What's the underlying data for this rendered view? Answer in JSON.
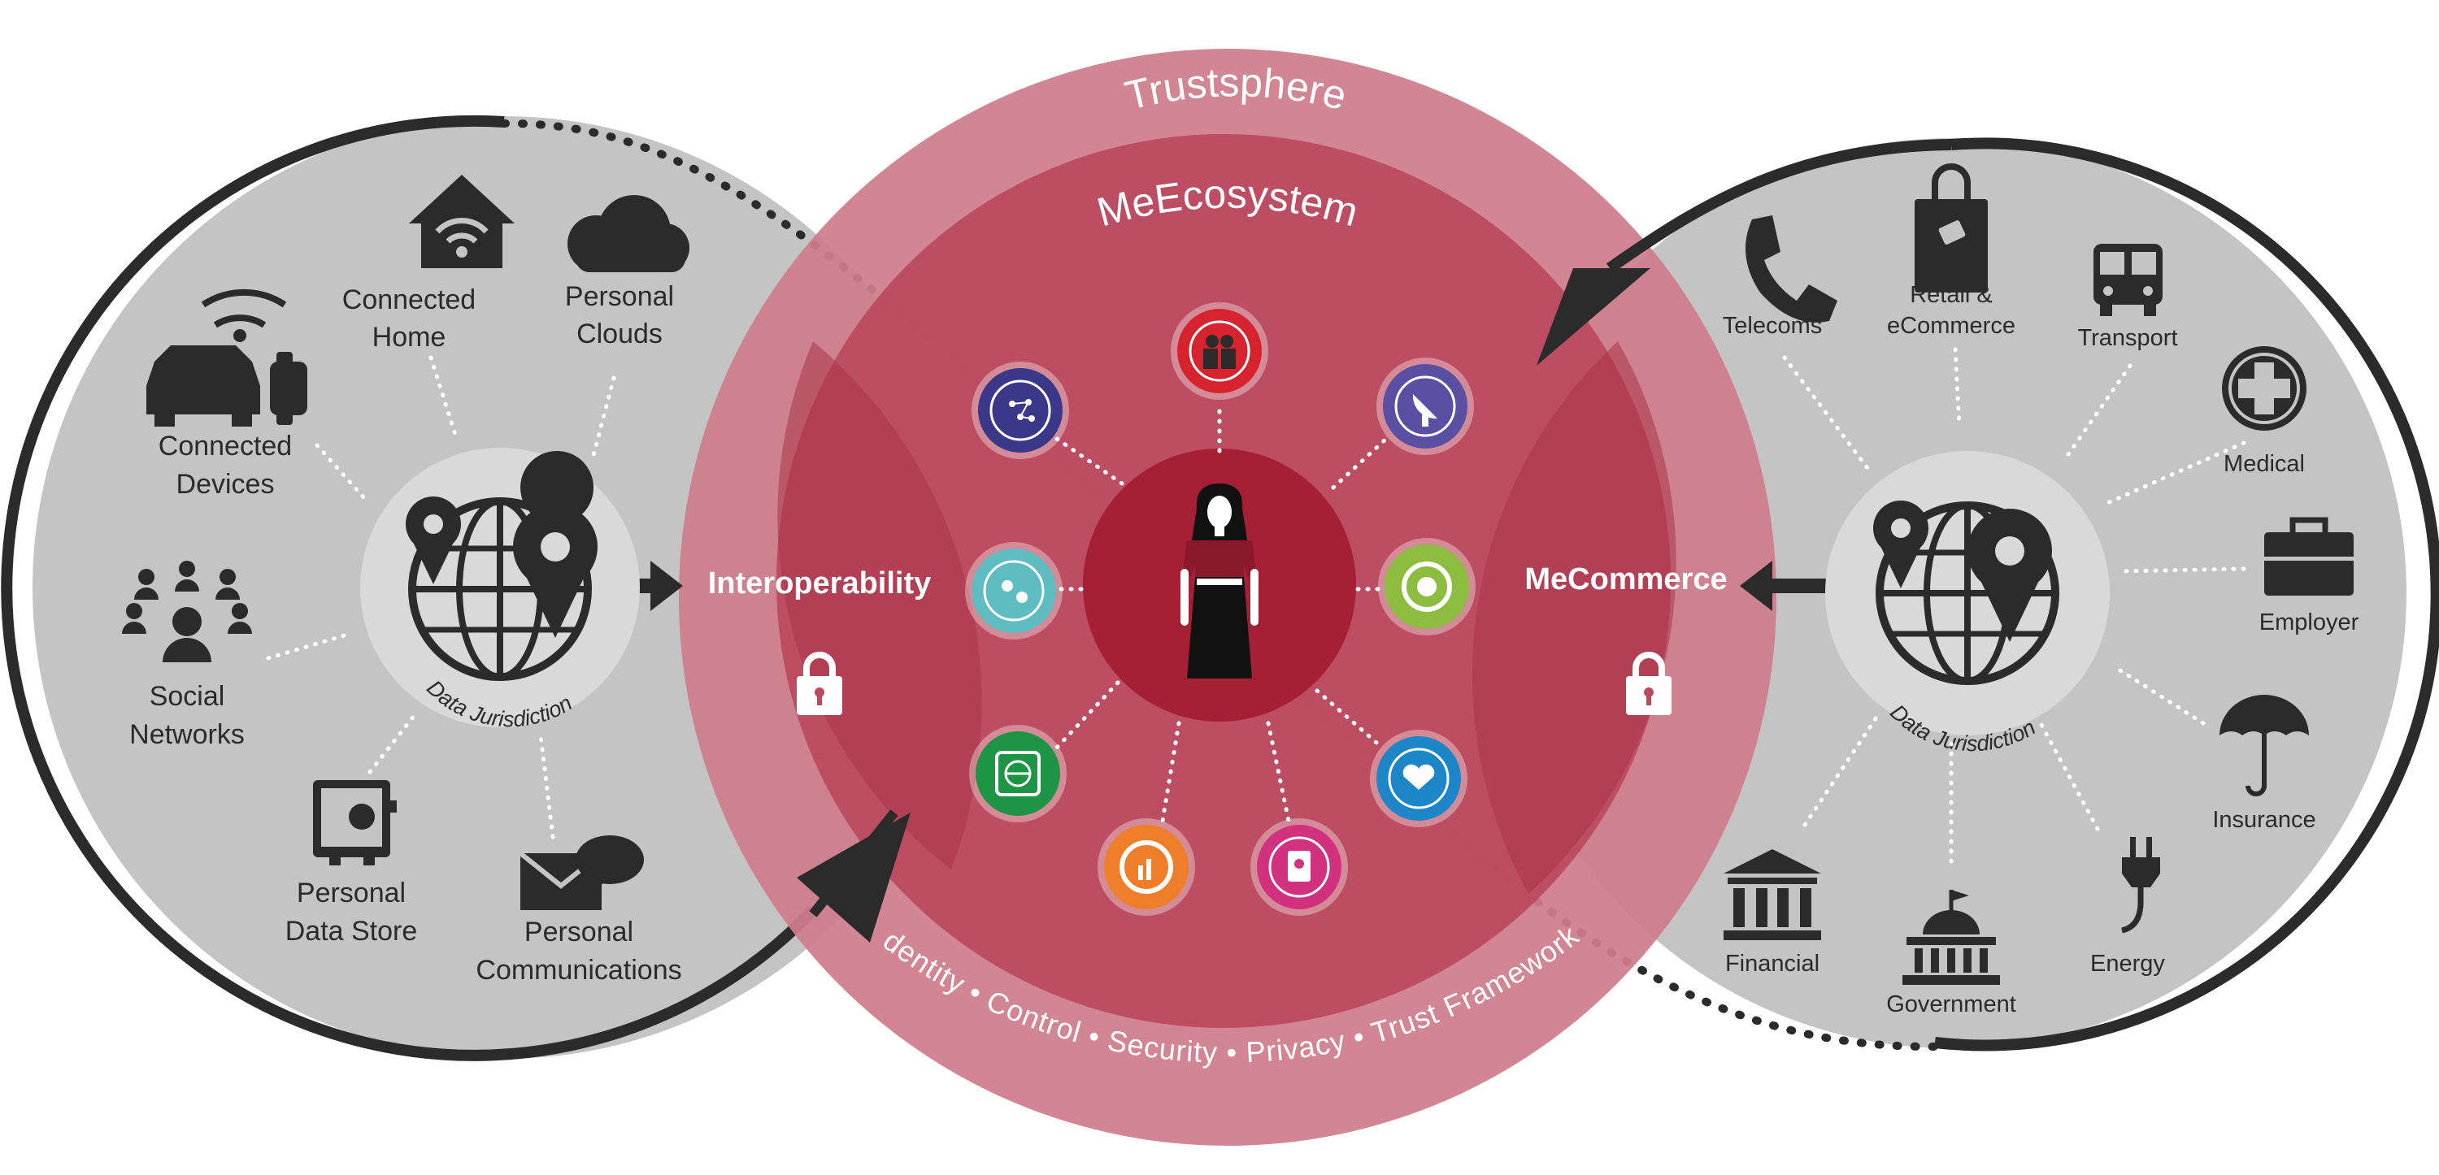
{
  "rings": {
    "outer_title": "Trustsphere",
    "inner_title": "MeEcosystem",
    "bottom_arc": "Identity • Control • Security • Privacy • Trust Framework"
  },
  "middle": {
    "left_label": "Interoperability",
    "right_label": "MeCommerce"
  },
  "left_circle": {
    "hub_label": "Data Jurisdiction",
    "items": [
      {
        "line1": "Connected",
        "line2": "Home",
        "icon": "house-wifi-icon"
      },
      {
        "line1": "Personal",
        "line2": "Clouds",
        "icon": "cloud-icon"
      },
      {
        "line1": "Connected",
        "line2": "Devices",
        "icon": "car-watch-icon"
      },
      {
        "line1": "Social",
        "line2": "Networks",
        "icon": "people-network-icon"
      },
      {
        "line1": "Personal",
        "line2": "Data Store",
        "icon": "safe-icon"
      },
      {
        "line1": "Personal",
        "line2": "Communications",
        "icon": "mail-chat-icon"
      }
    ]
  },
  "right_circle": {
    "hub_label": "Data Jurisdiction",
    "items": [
      {
        "line1": "Telecoms",
        "line2": "",
        "icon": "phone-icon"
      },
      {
        "line1": "Retail &",
        "line2": "eCommerce",
        "icon": "shopping-bag-icon"
      },
      {
        "line1": "Transport",
        "line2": "",
        "icon": "bus-icon"
      },
      {
        "line1": "Medical",
        "line2": "",
        "icon": "medical-cross-icon"
      },
      {
        "line1": "Employer",
        "line2": "",
        "icon": "briefcase-icon"
      },
      {
        "line1": "Insurance",
        "line2": "",
        "icon": "umbrella-icon"
      },
      {
        "line1": "Energy",
        "line2": "",
        "icon": "plug-icon"
      },
      {
        "line1": "Government",
        "line2": "",
        "icon": "government-building-icon"
      },
      {
        "line1": "Financial",
        "line2": "",
        "icon": "bank-icon"
      }
    ]
  },
  "center": {
    "icon": "person-figure-icon"
  },
  "satellites": [
    {
      "icon": "couple-icon",
      "color": "#d6232e"
    },
    {
      "icon": "satellite-dish-icon",
      "color": "#5a4fa3"
    },
    {
      "icon": "camera-aperture-icon",
      "color": "#8cbd3f"
    },
    {
      "icon": "hands-heart-icon",
      "color": "#1d86c8"
    },
    {
      "icon": "passport-icon",
      "color": "#d1317e"
    },
    {
      "icon": "bar-chart-icon",
      "color": "#ee7e2a"
    },
    {
      "icon": "globe-chip-icon",
      "color": "#1e9445"
    },
    {
      "icon": "profile-swap-icon",
      "color": "#5fbcc0"
    },
    {
      "icon": "network-brain-icon",
      "color": "#3b3889"
    }
  ],
  "colors": {
    "grey_circle": "#c4c4c4",
    "hub": "#d9d9d9",
    "outer_ring": "#cf7d8c",
    "inner_ring": "#bc4a5f",
    "core": "#a52035",
    "dark": "#2b2b2b"
  }
}
